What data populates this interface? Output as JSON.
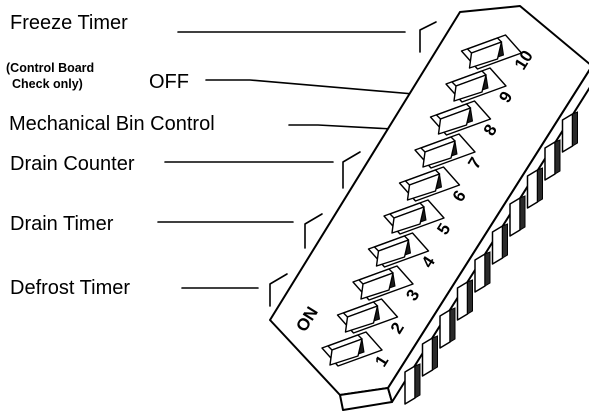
{
  "labels": {
    "freeze_timer": "Freeze Timer",
    "control_board_line1": "(Control Board",
    "control_board_line2": "Check only)",
    "off": "OFF",
    "mechanical_bin_control": "Mechanical Bin Control",
    "drain_counter": "Drain Counter",
    "drain_timer": "Drain Timer",
    "defrost_timer": "Defrost Timer",
    "on": "ON"
  },
  "switch_numbers": [
    "1",
    "2",
    "3",
    "4",
    "5",
    "6",
    "7",
    "8",
    "9",
    "10"
  ],
  "colors": {
    "ink": "#000000",
    "background": "#ffffff"
  }
}
